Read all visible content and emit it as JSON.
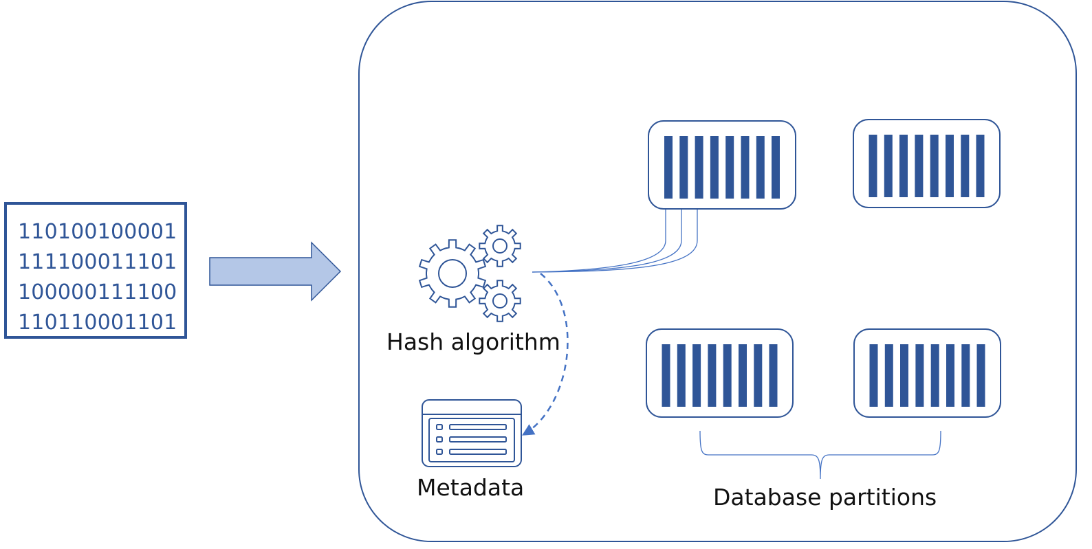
{
  "input_bits": {
    "lines": [
      "110100100001",
      "111100011101",
      "100000111100",
      "110110001101"
    ]
  },
  "labels": {
    "hash_algorithm": "Hash algorithm",
    "metadata": "Metadata",
    "database_partitions": "Database partitions"
  },
  "colors": {
    "primary": "#2f5597",
    "accent": "#4472c4",
    "arrow_fill": "#b4c7e7"
  },
  "icons": {
    "hash": "gears-icon",
    "metadata": "list-panel-icon",
    "partition": "striped-partition-icon"
  }
}
